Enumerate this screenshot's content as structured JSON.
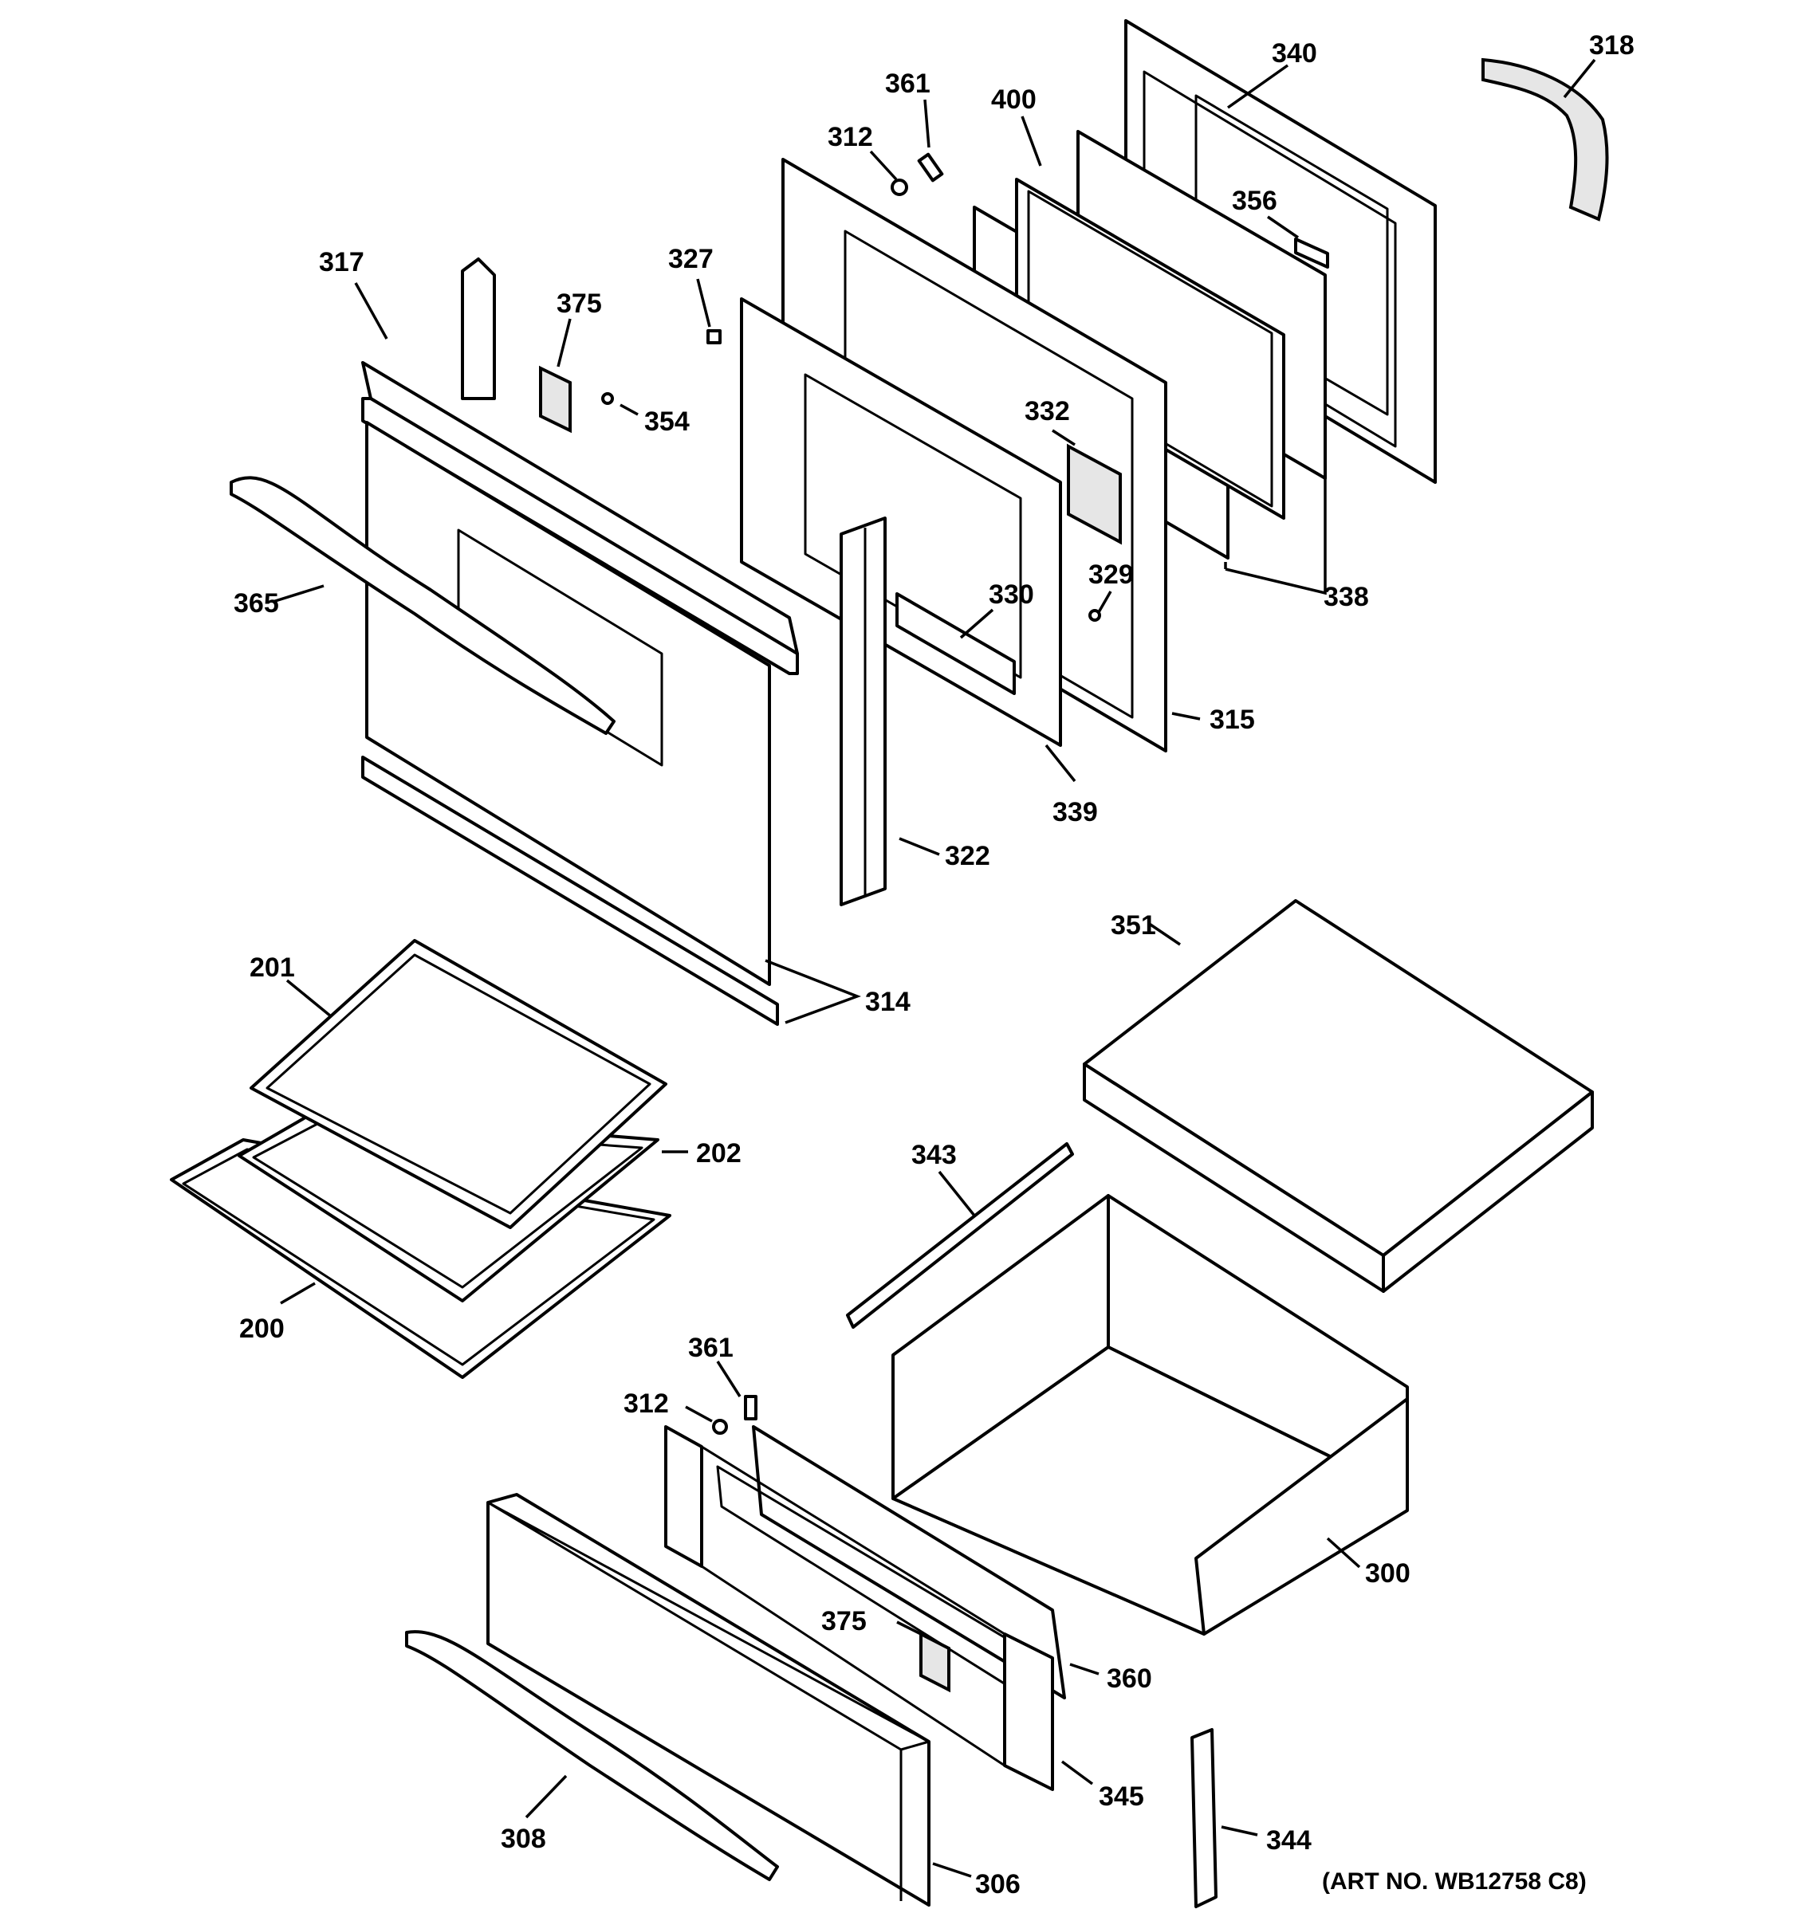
{
  "callouts": [
    {
      "id": "318",
      "text": "318"
    },
    {
      "id": "340",
      "text": "340"
    },
    {
      "id": "361a",
      "text": "361"
    },
    {
      "id": "400",
      "text": "400"
    },
    {
      "id": "312a",
      "text": "312"
    },
    {
      "id": "356",
      "text": "356"
    },
    {
      "id": "327",
      "text": "327"
    },
    {
      "id": "317",
      "text": "317"
    },
    {
      "id": "375a",
      "text": "375"
    },
    {
      "id": "354",
      "text": "354"
    },
    {
      "id": "332",
      "text": "332"
    },
    {
      "id": "329",
      "text": "329"
    },
    {
      "id": "365",
      "text": "365"
    },
    {
      "id": "330",
      "text": "330"
    },
    {
      "id": "338",
      "text": "338"
    },
    {
      "id": "315",
      "text": "315"
    },
    {
      "id": "339",
      "text": "339"
    },
    {
      "id": "322",
      "text": "322"
    },
    {
      "id": "351",
      "text": "351"
    },
    {
      "id": "201",
      "text": "201"
    },
    {
      "id": "314",
      "text": "314"
    },
    {
      "id": "202",
      "text": "202"
    },
    {
      "id": "343",
      "text": "343"
    },
    {
      "id": "200",
      "text": "200"
    },
    {
      "id": "361b",
      "text": "361"
    },
    {
      "id": "312b",
      "text": "312"
    },
    {
      "id": "300",
      "text": "300"
    },
    {
      "id": "375b",
      "text": "375"
    },
    {
      "id": "360",
      "text": "360"
    },
    {
      "id": "345",
      "text": "345"
    },
    {
      "id": "308",
      "text": "308"
    },
    {
      "id": "344",
      "text": "344"
    },
    {
      "id": "306",
      "text": "306"
    }
  ],
  "art_number": "(ART NO. WB12758 C8)"
}
